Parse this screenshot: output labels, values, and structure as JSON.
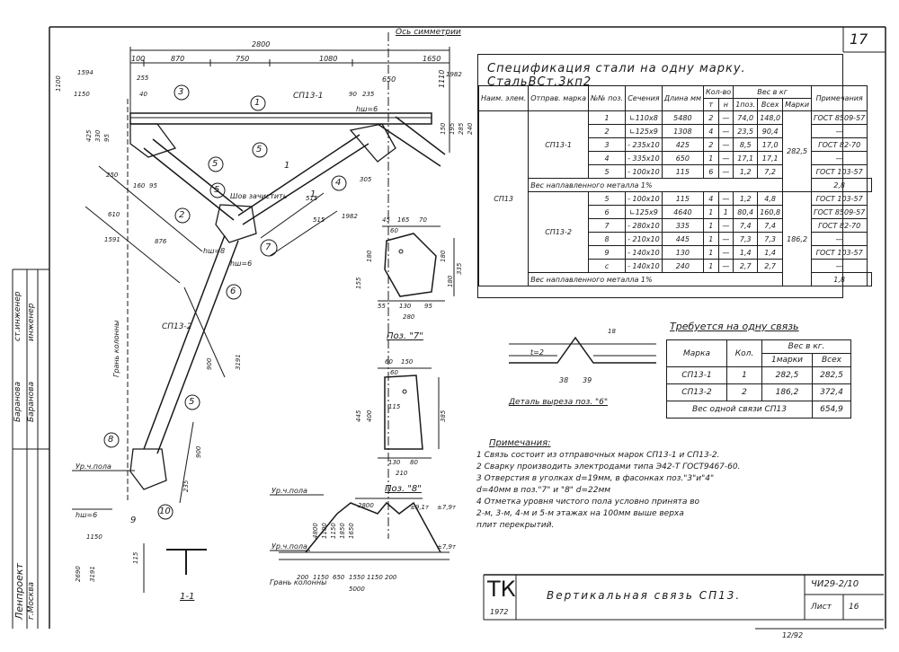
{
  "sheet": {
    "page_number": "17",
    "axis_label": "Ось симметрии"
  },
  "dimensions": {
    "top_total": "2800",
    "top_a": "100",
    "top_b": "870",
    "top_c": "750",
    "top_d": "1080",
    "top_e": "1650",
    "top_f": "650",
    "top_g": "1110",
    "left_a": "1100",
    "left_b": "1150",
    "left_c": "255",
    "left_d": "40",
    "left_e": "425",
    "left_f": "330",
    "left_g": "95",
    "left_h": "250",
    "left_i": "160",
    "left_j": "95",
    "left_k": "610",
    "left_l": "1591",
    "left_m": "876",
    "mid_a": "515",
    "mid_b": "515",
    "mid_c": "305",
    "mid_d": "1982",
    "diag_a": "1594",
    "diag_b": "1982",
    "right_a": "90",
    "right_b": "235",
    "right_c": "150",
    "right_d": "195",
    "right_e": "285",
    "right_f": "240",
    "lower_a": "900",
    "lower_b": "3191",
    "lower_c": "900",
    "lower_d": "235",
    "base_a": "1150",
    "base_b": "2690",
    "base_c": "3191",
    "base_d": "115"
  },
  "labels": {
    "sp13_1": "СП13-1",
    "sp13_2": "СП13-2",
    "hw6_a": "hш=6",
    "hw6_b": "hш=6",
    "hw8": "hш=8",
    "hw6_c": "hш=6",
    "weld_note": "Шов зачистить",
    "column_face": "Грань колонны",
    "floor_level_a": "Ур.ч.пола",
    "floor_level_b": "Ур.ч.пола",
    "floor_level_c": "Ур.ч.пола",
    "column_face_b": "Грань колонны",
    "section": "1-1",
    "section_mark": "1",
    "section_mark_b": "1"
  },
  "callouts": [
    "3",
    "1",
    "2",
    "5",
    "5",
    "5",
    "4",
    "6",
    "5",
    "7",
    "8",
    "9",
    "10"
  ],
  "pos7": {
    "title": "Поз. \"7\"",
    "d1": "45",
    "d2": "165",
    "d3": "70",
    "d4": "60",
    "d5": "180",
    "d6": "155",
    "d7": "180",
    "d8": "180",
    "d9": "335",
    "d10": "55",
    "d11": "130",
    "d12": "95",
    "d13": "280"
  },
  "pos8": {
    "title": "Поз. \"8\"",
    "d1": "60",
    "d2": "150",
    "d3": "60",
    "d4": "115",
    "d5": "445",
    "d6": "400",
    "d7": "385",
    "d8": "130",
    "d9": "80",
    "d10": "210"
  },
  "cutout": {
    "title": "Деталь выреза поз. \"6\"",
    "t": "t=2",
    "a": "38",
    "b": "39",
    "c": "18"
  },
  "elevation": {
    "e1": "2800",
    "e2": "1100",
    "e3": "1150",
    "e4": "1850",
    "e5": "4800",
    "e6": "1650",
    "e7": "±9,1т",
    "e8": "±7,9т",
    "e9": "±7,9т",
    "b1": "200",
    "b2": "1150",
    "b3": "650",
    "b4": "1550",
    "b5": "1150",
    "b6": "200",
    "b7": "5000"
  },
  "spec": {
    "title": "Спецификация стали на одну марку. СтальВСт.3кп2",
    "headers": {
      "naim": "Наим. элем.",
      "otpr": "Отправ. марка",
      "num": "№№ поз.",
      "sech": "Сечения",
      "dlina": "Длина мм",
      "kolvo": "Кол-во",
      "t": "т",
      "n": "н",
      "ves": "Вес в кг",
      "pos1": "1поз.",
      "vseh": "Всех",
      "marki": "Марки",
      "prim": "Примечания"
    },
    "element": "СП13",
    "groups": [
      {
        "mark": "СП13-1",
        "mark_weight": "282,5",
        "rows": [
          [
            "1",
            "∟110х8",
            "5480",
            "2",
            "—",
            "74,0",
            "148,0",
            "ГОСТ 8509-57"
          ],
          [
            "2",
            "∟125х9",
            "1308",
            "4",
            "—",
            "23,5",
            "90,4",
            "—"
          ],
          [
            "3",
            "- 235х10",
            "425",
            "2",
            "—",
            "8,5",
            "17,0",
            "ГОСТ 82-70"
          ],
          [
            "4",
            "- 335х10",
            "650",
            "1",
            "—",
            "17,1",
            "17,1",
            "—"
          ],
          [
            "5",
            "- 100х10",
            "115",
            "6",
            "—",
            "1,2",
            "7,2",
            "ГОСТ 103-57"
          ]
        ],
        "weld": "Вес наплавленного металла 1%",
        "weld_val": "2,8"
      },
      {
        "mark": "СП13-2",
        "mark_weight": "186,2",
        "rows": [
          [
            "5",
            "- 100х10",
            "115",
            "4",
            "—",
            "1,2",
            "4,8",
            "ГОСТ 103-57"
          ],
          [
            "6",
            "∟125х9",
            "4640",
            "1",
            "1",
            "80,4",
            "160,8",
            "ГОСТ 8509-57"
          ],
          [
            "7",
            "- 280х10",
            "335",
            "1",
            "—",
            "7,4",
            "7,4",
            "ГОСТ 82-70"
          ],
          [
            "8",
            "- 210х10",
            "445",
            "1",
            "—",
            "7,3",
            "7,3",
            "—"
          ],
          [
            "9",
            "- 140х10",
            "130",
            "1",
            "—",
            "1,4",
            "1,4",
            "ГОСТ 103-57"
          ],
          [
            "с",
            "- 140х10",
            "240",
            "1",
            "—",
            "2,7",
            "2,7",
            "—"
          ]
        ],
        "weld": "Вес наплавленного металла 1%",
        "weld_val": "1,8"
      }
    ]
  },
  "required": {
    "title": "Требуется на одну связь",
    "headers": {
      "marka": "Марка",
      "kol": "Кол.",
      "ves": "Вес в кг.",
      "marki": "1марки",
      "vseh": "Всех"
    },
    "rows": [
      [
        "СП13-1",
        "1",
        "282,5",
        "282,5"
      ],
      [
        "СП13-2",
        "2",
        "186,2",
        "372,4"
      ]
    ],
    "total_label": "Вес одной связи СП13",
    "total": "654,9"
  },
  "notes": {
    "title": "Примечания:",
    "items": [
      "1  Связь состоит из отправочных марок СП13-1 и СП13-2.",
      "2  Сварку производить электродами типа Э42-Т ГОСТ9467-60.",
      "3  Отверстия в уголках d=19мм, в фасонках  поз.\"3\"и\"4\"",
      "    d=40мм  в поз.\"7\" и \"8\"  d=22мм",
      "4  Отметка уровня чистого пола условно принята во",
      "    2-м, 3-м, 4-м и 5-м  этажах  на 100мм выше верха",
      "    плит перекрытий."
    ]
  },
  "stamp": {
    "org": "ТК",
    "year": "1972",
    "title": "Вертикальная связь СП13.",
    "code": "ЧИ29-2/10",
    "sheet_label": "Лист",
    "sheet_num": "16",
    "bottom": "12/92"
  },
  "side": {
    "role1": "ст.инженер",
    "role2": "инженер",
    "name1": "Баранова",
    "name2": "Баранова",
    "dept": "Ленпроект",
    "place": "г.Москва"
  }
}
